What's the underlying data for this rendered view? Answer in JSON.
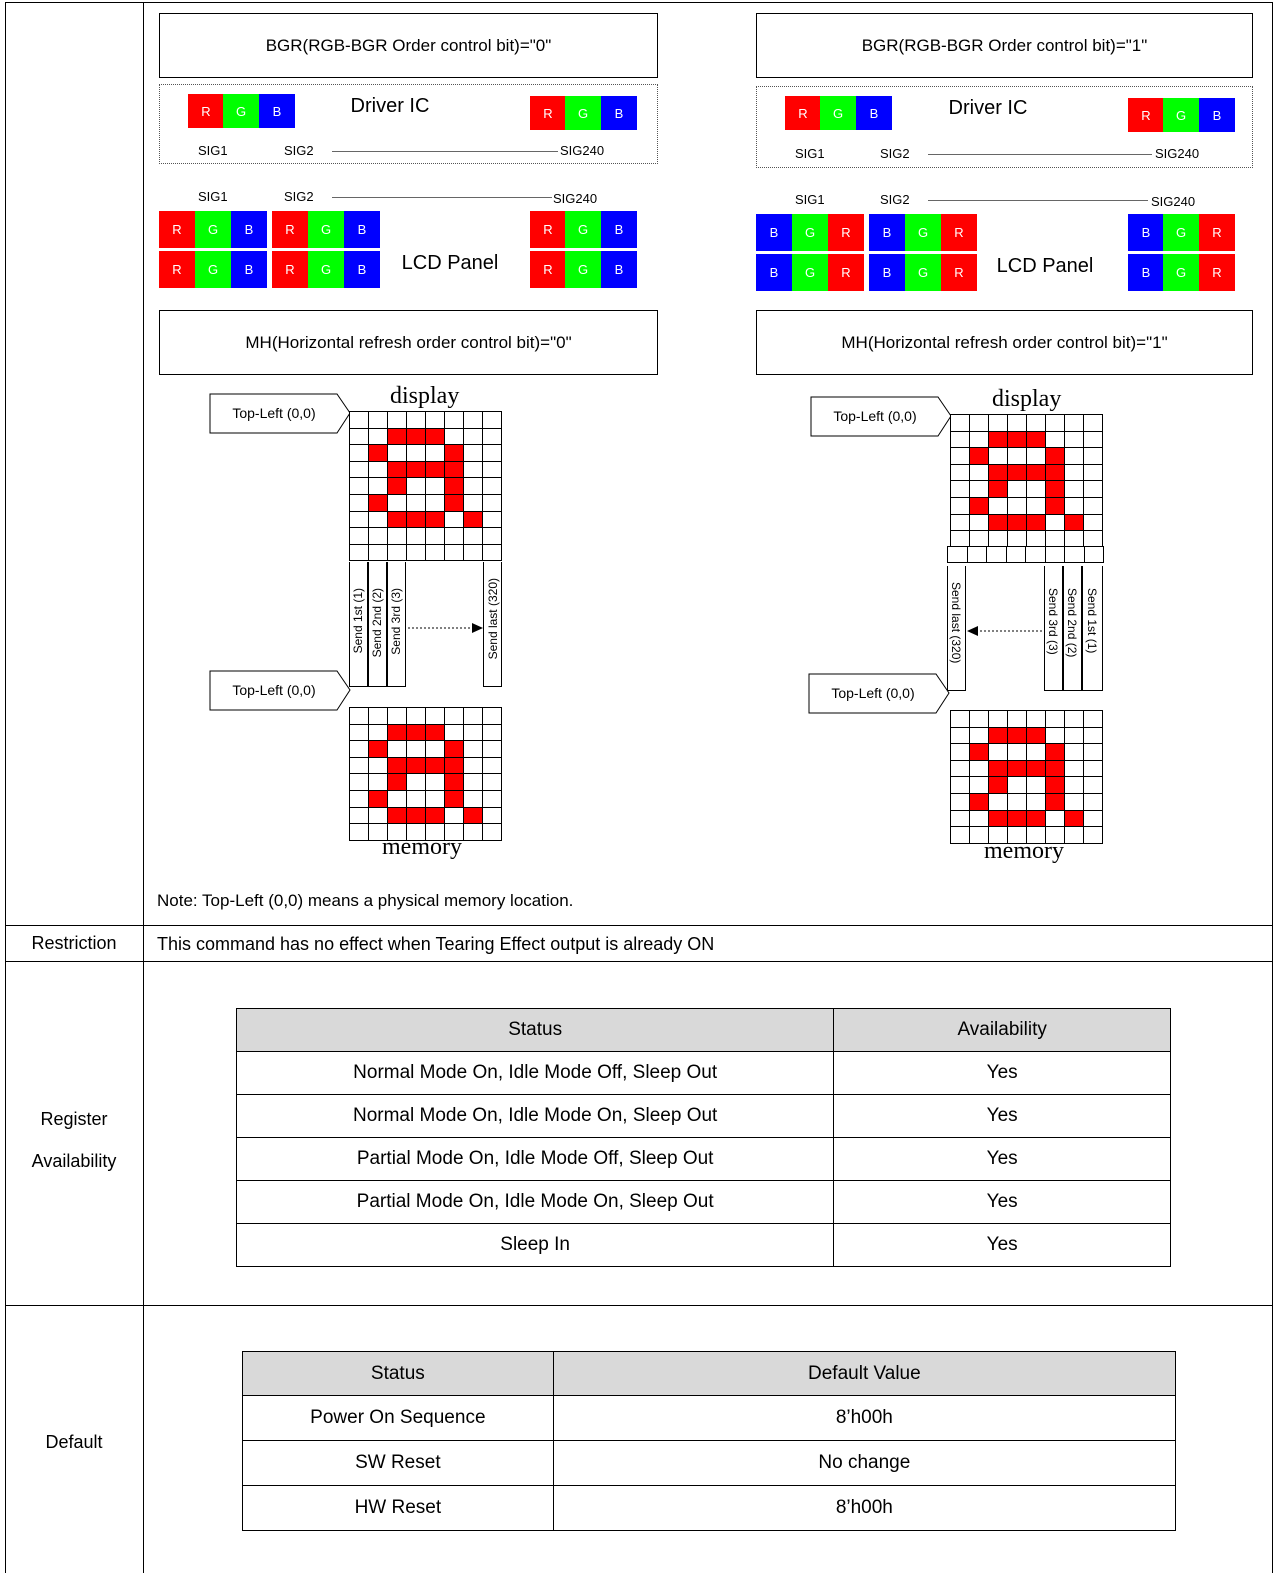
{
  "bgr_section": {
    "left_title": "BGR(RGB-BGR Order control bit)=\"0\"",
    "right_title": "BGR(RGB-BGR Order control bit)=\"1\"",
    "driver_ic_label": "Driver IC",
    "lcd_panel_label": "LCD Panel",
    "sig1": "SIG1",
    "sig2": "SIG2",
    "sig240": "SIG240",
    "r": "R",
    "g": "G",
    "b": "B"
  },
  "mh_section": {
    "left_title": "MH(Horizontal refresh order control bit)=\"0\"",
    "right_title": "MH(Horizontal refresh order control bit)=\"1\"",
    "top_left": "Top-Left (0,0)",
    "display": "display",
    "memory": "memory",
    "send_1st": "Send 1st (1)",
    "send_2nd": "Send 2nd (2)",
    "send_3rd": "Send 3rd (3)",
    "send_last": "Send last (320)"
  },
  "note": "Note: Top-Left (0,0) means a physical memory location.",
  "restriction": {
    "label": "Restriction",
    "text": "This command has no effect when Tearing Effect output is already ON"
  },
  "register_availability": {
    "label_line1": "Register",
    "label_line2": "Availability",
    "headers": [
      "Status",
      "Availability"
    ],
    "rows": [
      [
        "Normal Mode On, Idle Mode Off, Sleep Out",
        "Yes"
      ],
      [
        "Normal Mode On, Idle Mode On, Sleep Out",
        "Yes"
      ],
      [
        "Partial Mode On, Idle Mode Off, Sleep Out",
        "Yes"
      ],
      [
        "Partial Mode On, Idle Mode On, Sleep Out",
        "Yes"
      ],
      [
        "Sleep In",
        "Yes"
      ]
    ]
  },
  "default": {
    "label": "Default",
    "headers": [
      "Status",
      "Default Value"
    ],
    "rows": [
      [
        "Power On Sequence",
        "8’h00h"
      ],
      [
        "SW Reset",
        "No change"
      ],
      [
        "HW Reset",
        "8’h00h"
      ]
    ]
  },
  "colors": {
    "red": "#ff0000",
    "green": "#00ff00",
    "blue": "#0000ff",
    "header_gray": "#d9d9d9"
  }
}
